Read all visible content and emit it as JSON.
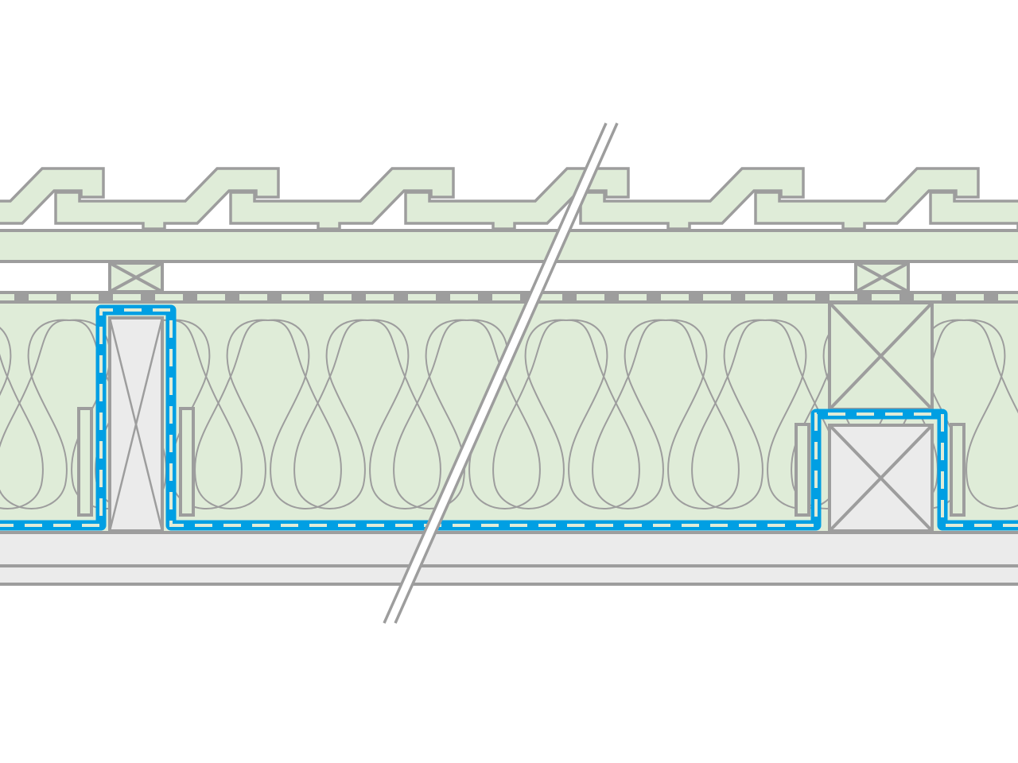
{
  "diagram": {
    "type": "roof-construction-section",
    "colors": {
      "insulation": "#dfecd8",
      "outline": "#9d9d9d",
      "membrane": "#009fe3",
      "timber": "#ebebeb",
      "background": "#ffffff"
    },
    "roof_tile_count": 7,
    "insulation_loop_count": 11
  }
}
